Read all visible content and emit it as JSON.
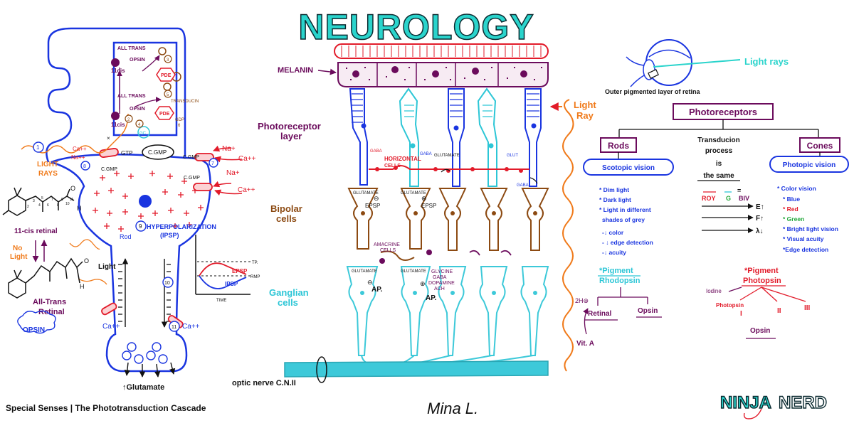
{
  "title": "NEUROLOGY",
  "footer": {
    "caption": "Special Senses | The Phototransduction Cascade",
    "signature": "Mina L."
  },
  "brand": {
    "ninja": "NINJA",
    "nerd": "NERD"
  },
  "colors": {
    "title_teal": "#2ad4cc",
    "rod_blue": "#1a35e0",
    "purple": "#6b0b5c",
    "red": "#e21b2a",
    "orange": "#f07a1a",
    "brown": "#8c4a12",
    "cyan": "#2cc6d6",
    "ganglion_fill": "#3dc9d9",
    "green": "#22a83a",
    "black": "#111111"
  },
  "rod_cell": {
    "disc_labels": {
      "all_trans_top": "ALL TRANS",
      "opsin_top": "OPSIN",
      "cis_top": "11cis",
      "all_trans_mid": "ALL TRANS",
      "opsin_mid": "OPSIN",
      "cis_mid": "11cis",
      "pde_top": "PDE",
      "pde_mid": "PDE",
      "transducin": "TRANSDUCIN",
      "gdp": "GDP",
      "gc": "GC"
    },
    "numbers": {
      "n1": "1",
      "n2": "2",
      "n3": "3",
      "n4": "4",
      "n5": "5",
      "n6": "6",
      "n7": "7",
      "n8": "8",
      "n9": "9",
      "n10": "10",
      "n11": "11"
    },
    "ions": {
      "ca1": "Ca++",
      "na1": "Na++",
      "gtp": "GTP",
      "cgmp_center": "C.GMP",
      "cgmp_right": "C.GMP",
      "cgmp_left": "C.GMP",
      "cgmp_right2": "C.GMP",
      "na_right": "Na+",
      "ca_right": "Ca++",
      "na_right2": "Na+",
      "ca_right2": "Ca++",
      "ca_left_low": "Ca++",
      "ca_right_low": "Ca++",
      "times": "×"
    },
    "hyper": "HYPERPOLARIZATION",
    "ipsp": "(IPSP)",
    "rod": "Rod",
    "light": "Light",
    "glutamate": "↑Glutamate",
    "light_rays": "LIGHT",
    "light_rays2": "RAYS"
  },
  "retinal": {
    "cis_label": "11-cis retinal",
    "no": "No",
    "light": "Light",
    "all_trans": "All-Trans",
    "retinal": "Retinal",
    "opsin": "OPSIN",
    "h_top": "H",
    "o_top": "O",
    "h_bottom": "H",
    "o_bottom": "O",
    "carbon_numbers": [
      "2",
      "3",
      "4",
      "5",
      "6",
      "7",
      "8",
      "9",
      "10",
      "11"
    ]
  },
  "graph": {
    "tp": "TP.",
    "epsp": "EPSP",
    "rmp": "RMP",
    "ipsp": "IPSP",
    "time": "TIME"
  },
  "retina": {
    "melanin": "MELANIN",
    "photoreceptor_layer": "Photoreceptor",
    "layer": "layer",
    "bipolar": "Bipolar",
    "cells": "cells",
    "ganglian": "Ganglian",
    "ganglian_cells": "cells",
    "gaba_left": "GABA",
    "horizontal": "HORIZONTAL",
    "horizontal_cells": "CELLS",
    "gaba_mid": "GABA",
    "glutamate": "GLUTAMATE",
    "glut": "GLUT",
    "gaba_right": "GABA",
    "glutamate_b1": "GLUTAMATE",
    "glutamate_b2": "GLUTAMATE",
    "epsp1": "EPSP",
    "epsp2": "EPSP",
    "amacrine": "AMACRINE",
    "amacrine_cells": "CELLS",
    "glutamate_g1": "GLUTAMATE",
    "glutamate_g2": "GLUTAMATE",
    "glycine": "GLYCINE",
    "gaba_low": "GABA",
    "dopamine": "DOPAMINE",
    "ach": "ACH",
    "ap1": "AP.",
    "ap2": "AP.",
    "minus1": "⊖",
    "plus1": "⊕",
    "minus2": "⊖",
    "plus2": "⊕",
    "optic_nerve": "optic nerve C.N.II",
    "light_ray": "Light",
    "ray": "Ray"
  },
  "eye": {
    "light_rays": "Light rays",
    "outer_layer": "Outer pigmented layer of retina"
  },
  "tree": {
    "root": "Photoreceptors",
    "rods": "Rods",
    "cones": "Cones",
    "transduction": "Transducion",
    "process": "process",
    "is": "is",
    "same": "the same",
    "scotopic": "Scotopic vision",
    "photopic": "Photopic vision",
    "rod_list": [
      "* Dim light",
      "* Dark light",
      "* Light in different",
      "shades of grey",
      "-↓ color",
      "- ↓ edge detection",
      "-↓ acuity"
    ],
    "cone_list_head": "* Color vision",
    "cone_colors": [
      "* Blue",
      "* Red",
      "* Green"
    ],
    "cone_list": [
      "* Bright light vision",
      "* Visual acuity",
      "*Edge detection"
    ],
    "roy": "ROY",
    "g": "G",
    "biv": "BIV",
    "eq": "=",
    "arrow_labels": [
      "E↑",
      "F↑",
      "λ↓"
    ],
    "pigment_rod": "*Pigment",
    "rhodopsin": "Rhodopsin",
    "retinal": "Retinal",
    "opsin": "Opsin",
    "vit_a": "Vit. A",
    "two_h": "2H⊕",
    "pigment_cone": "*Pigment",
    "photopsin": "Photopsin",
    "iodine": "Iodine",
    "photopsin_i": "Photopsin",
    "roman": [
      "I",
      "II",
      "III"
    ],
    "opsin_cone": "Opsin"
  }
}
